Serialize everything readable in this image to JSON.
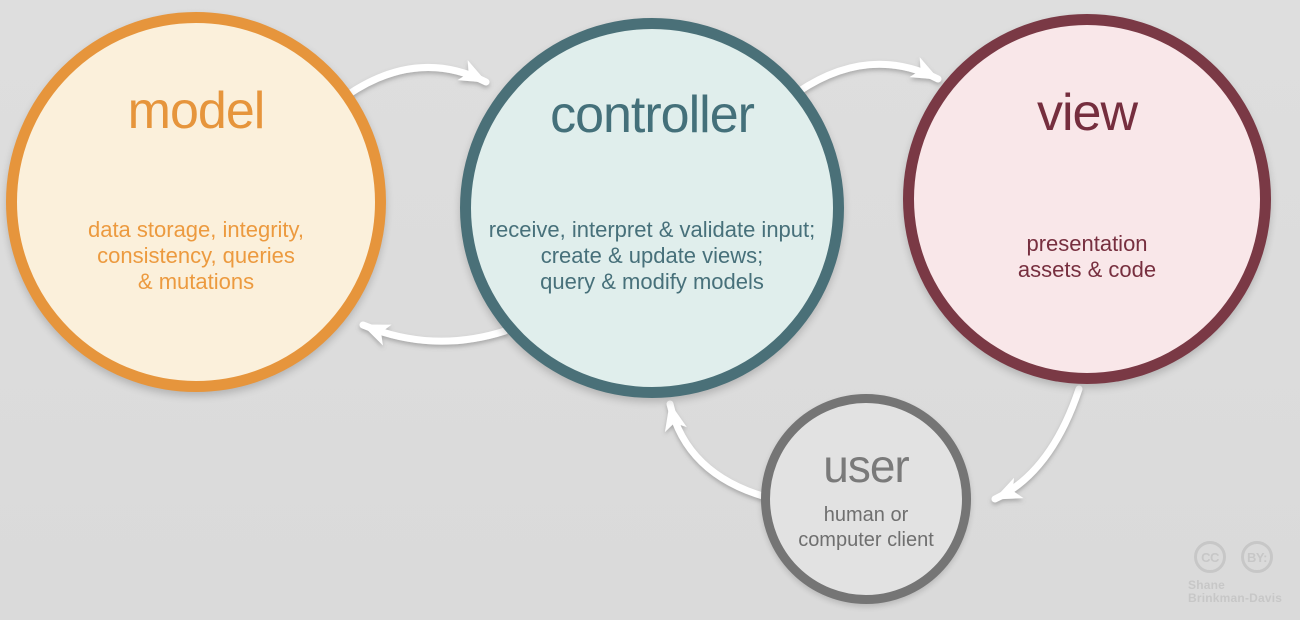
{
  "diagram": {
    "name": "model-view-controller",
    "background_color": "#DDDDDD",
    "arrow_color": "#FFFFFF",
    "nodes": [
      {
        "id": "model",
        "title": "model",
        "description": "data storage, integrity,\nconsistency, queries\n& mutations",
        "border_color": "#E6953C",
        "fill_color": "#FBF0DB",
        "text_color": "#EC9A3F"
      },
      {
        "id": "controller",
        "title": "controller",
        "description": "receive, interpret & validate input;\ncreate & update views;\nquery & modify models",
        "border_color": "#4A7078",
        "fill_color": "#E0EEEC",
        "text_color": "#47707A"
      },
      {
        "id": "view",
        "title": "view",
        "description": "presentation\nassets & code",
        "border_color": "#7A3945",
        "fill_color": "#F9E7E9",
        "text_color": "#772F3F"
      },
      {
        "id": "user",
        "title": "user",
        "description": "human or\ncomputer client",
        "border_color": "#757575",
        "fill_color": "#E2E2E2",
        "text_color": "#6F6F6F"
      }
    ],
    "edges": [
      {
        "from": "model",
        "to": "controller"
      },
      {
        "from": "controller",
        "to": "view"
      },
      {
        "from": "controller",
        "to": "model"
      },
      {
        "from": "view",
        "to": "user"
      },
      {
        "from": "user",
        "to": "controller"
      }
    ],
    "attribution": {
      "cc_label": "CC",
      "by_label": "BY:",
      "author_line1": "Shane",
      "author_line2": "Brinkman-Davis",
      "color": "#C7C7C7"
    }
  }
}
